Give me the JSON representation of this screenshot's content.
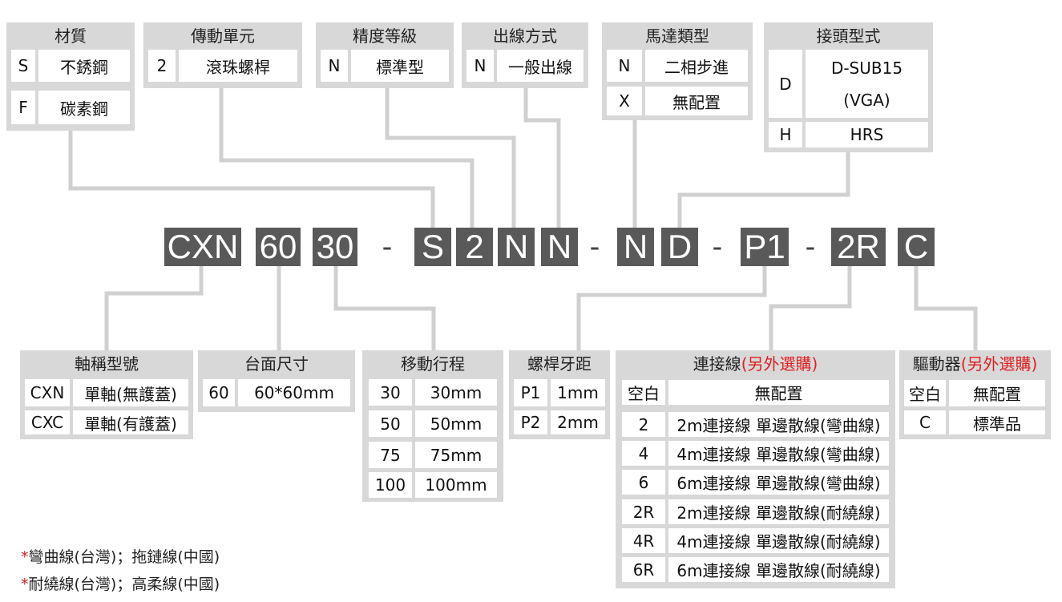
{
  "colors": {
    "box_bg": "#d8d8d8",
    "code_bg": "#595959",
    "connector": "#d0d0d0",
    "accent_red": "#e02020"
  },
  "model_code": {
    "parts": [
      "CXN",
      "60",
      "30",
      "S",
      "2",
      "N",
      "N",
      "N",
      "D",
      "P1",
      "2R",
      "C"
    ],
    "dash": "-"
  },
  "top_boxes": {
    "material": {
      "title": "材質",
      "rows": [
        [
          "S",
          "不銹鋼"
        ],
        [
          "F",
          "碳素鋼"
        ]
      ]
    },
    "drive": {
      "title": "傳動單元",
      "rows": [
        [
          "2",
          "滾珠螺桿"
        ]
      ]
    },
    "precision": {
      "title": "精度等級",
      "rows": [
        [
          "N",
          "標準型"
        ]
      ]
    },
    "outlet": {
      "title": "出線方式",
      "rows": [
        [
          "N",
          "一般出線"
        ]
      ]
    },
    "motor": {
      "title": "馬達類型",
      "rows": [
        [
          "N",
          "二相步進"
        ],
        [
          "X",
          "無配置"
        ]
      ]
    },
    "connector": {
      "title": "接頭型式",
      "rows": [
        [
          "D",
          "D-SUB15",
          "(VGA)"
        ],
        [
          "H",
          "HRS"
        ]
      ]
    }
  },
  "bottom_boxes": {
    "shaft": {
      "title": "軸稱型號",
      "rows": [
        [
          "CXN",
          "單軸(無護蓋)"
        ],
        [
          "CXC",
          "單軸(有護蓋)"
        ]
      ]
    },
    "table": {
      "title": "台面尺寸",
      "rows": [
        [
          "60",
          "60*60mm"
        ]
      ]
    },
    "stroke": {
      "title": "移動行程",
      "rows": [
        [
          "30",
          "30mm"
        ],
        [
          "50",
          "50mm"
        ],
        [
          "75",
          "75mm"
        ],
        [
          "100",
          "100mm"
        ]
      ]
    },
    "pitch": {
      "title": "螺桿牙距",
      "rows": [
        [
          "P1",
          "1mm"
        ],
        [
          "P2",
          "2mm"
        ]
      ]
    },
    "cable": {
      "title": "連接線",
      "title_extra": "(另外選購)",
      "rows": [
        [
          "空白",
          "無配置"
        ],
        [
          "2",
          "2m連接線 單邊散線(彎曲線)"
        ],
        [
          "4",
          "4m連接線 單邊散線(彎曲線)"
        ],
        [
          "6",
          "6m連接線 單邊散線(彎曲線)"
        ],
        [
          "2R",
          "2m連接線 單邊散線(耐繞線)"
        ],
        [
          "4R",
          "4m連接線 單邊散線(耐繞線)"
        ],
        [
          "6R",
          "6m連接線 單邊散線(耐繞線)"
        ]
      ]
    },
    "driver": {
      "title": "驅動器",
      "title_extra": "(另外選購)",
      "rows": [
        [
          "空白",
          "無配置"
        ],
        [
          "C",
          "標準品"
        ]
      ]
    }
  },
  "notes": [
    {
      "star": "*",
      "text": "彎曲線(台灣)；拖鏈線(中國)"
    },
    {
      "star": "*",
      "text": "耐繞線(台灣)；高柔線(中國)"
    }
  ]
}
